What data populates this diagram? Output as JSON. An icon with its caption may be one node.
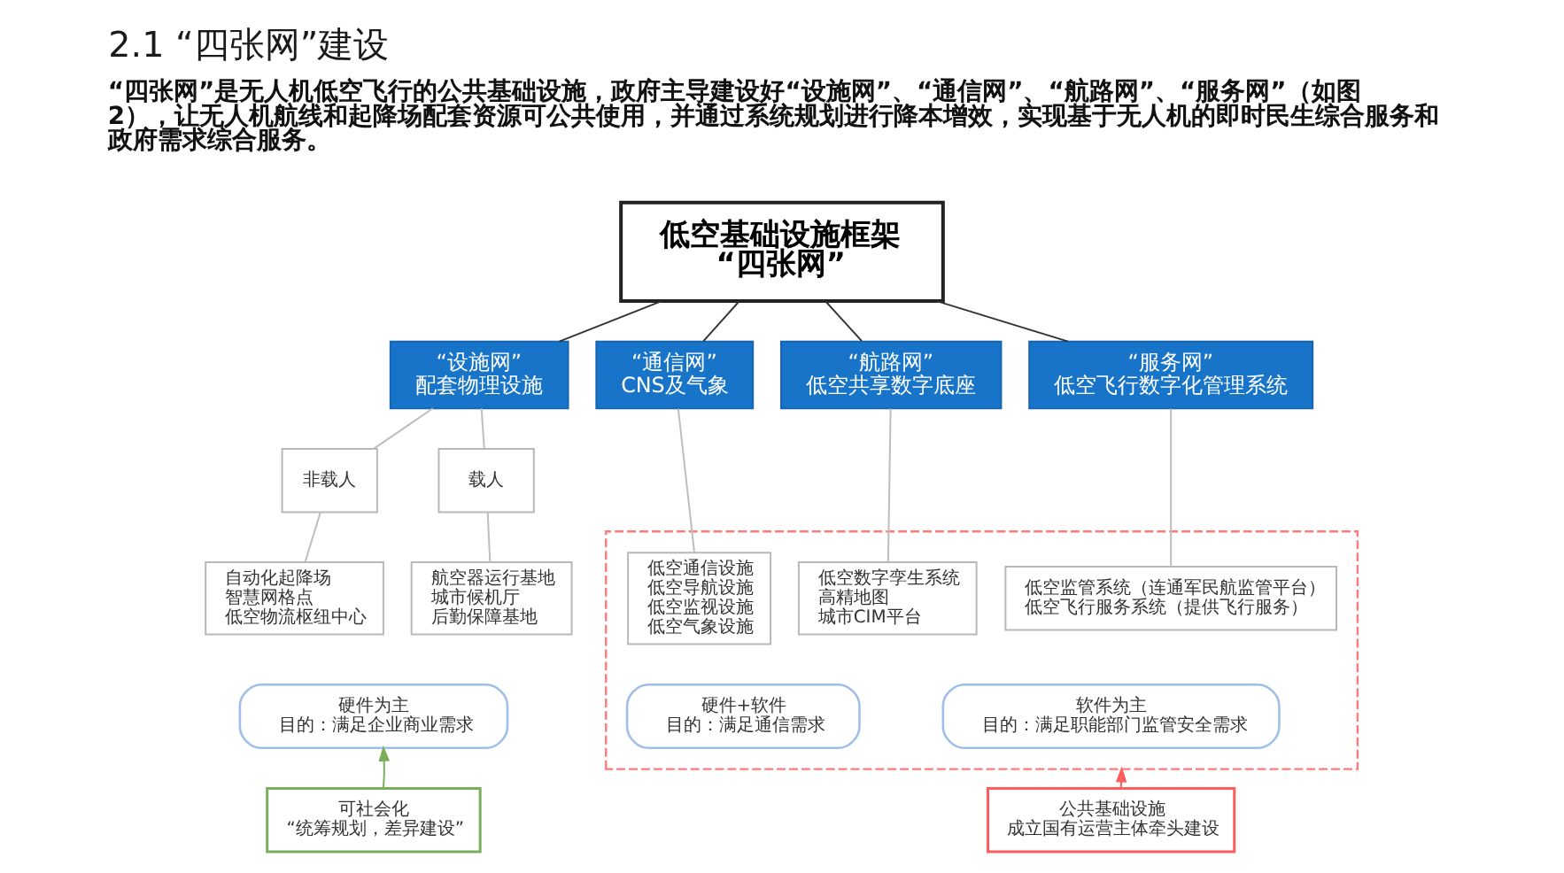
{
  "diagram": {
    "title": "2.1 “四张网”建设",
    "nodes": [
      {
        "text": [
          "低空基础设施框架",
          "“四张网”"
        ]
      },
      {
        "text": [
          "“设施网”",
          "配套物理设施"
        ]
      },
      {
        "text": [
          "“通信网”",
          "CNS及气象"
        ]
      },
      {
        "text": [
          "“航路网”",
          "低空共享数字底座"
        ]
      },
      {
        "text": [
          "“服务网”",
          "低空飞行数字化管理系统"
        ]
      },
      {
        "text": [
          "非载人"
        ]
      },
      {
        "text": [
          "载人"
        ]
      },
      {
        "text": [
          "自动化起降场",
          "智慧网格点",
          "低空物流枢纽中心"
        ]
      },
      {
        "text": [
          "航空器运行基地",
          "城市候机厅",
          "后勤保障基地"
        ]
      },
      {
        "text": [
          "硬件为主",
          "目的：满足企业商业需求"
        ]
      },
      {
        "text": [
          "可社会化",
          "“统筹规划，差异建设”"
        ]
      },
      {
        "text": [],
        "shape": "box"
      },
      {
        "text": [
          "低空通信设施",
          "低空导航设施",
          "低空监视设施",
          "低空气象设施"
        ],
        "in": 11
      },
      {
        "text": [
          "低空数字孪生系统",
          "高精地图",
          "城市CIM平台"
        ],
        "in": 11
      },
      {
        "text": [
          "低空监管系统（连通军民航监管平台）",
          "低空飞行服务系统（提供飞行服务）"
        ],
        "in": 11
      },
      {
        "text": [
          "硬件+软件",
          "目的：满足通信需求"
        ],
        "in": 11
      },
      {
        "text": [
          "软件为主",
          "目的：满足职能部门监管安全需求"
        ],
        "in": 11
      },
      {
        "text": [
          "公共基础设施",
          "成立国有运营主体牵头建设"
        ]
      }
    ],
    "edges": [
      {
        "from": 0,
        "to": 1,
        "arrow": "none",
        "color": "#333333"
      },
      {
        "from": 0,
        "to": 2,
        "arrow": "none",
        "color": "#333333"
      },
      {
        "from": 0,
        "to": 3,
        "arrow": "none",
        "color": "#333333"
      },
      {
        "from": 0,
        "to": 4,
        "arrow": "none",
        "color": "#333333"
      },
      {
        "from": 1,
        "to": 5,
        "arrow": "none"
      },
      {
        "from": 1,
        "to": 6,
        "arrow": "none"
      },
      {
        "from": 5,
        "to": 7,
        "arrow": "none"
      },
      {
        "from": 6,
        "to": 8,
        "arrow": "none"
      },
      {
        "from": 2,
        "to": 12,
        "arrow": "none"
      },
      {
        "from": 3,
        "to": 13,
        "arrow": "none"
      },
      {
        "from": 4,
        "to": 14,
        "arrow": "none"
      },
      {
        "from": 10,
        "to": 9,
        "arrow": "to",
        "color": "#7aae5a"
      },
      {
        "from": 17,
        "to": 11,
        "arrow": "to",
        "color": "#ff5c5c"
      }
    ],
    "labels": [
      "“四张网”是无人机低空飞行的公共基础设施，政府主导建设好“设施网”、“通信网”、“航路网”、“服务网”（如图2），让无人机航线和起降场配套资源可公共使用，并通过系统规划进行降本增效，实现基于无人机的即时民生综合服务和政府需求综合服务。"
    ]
  }
}
